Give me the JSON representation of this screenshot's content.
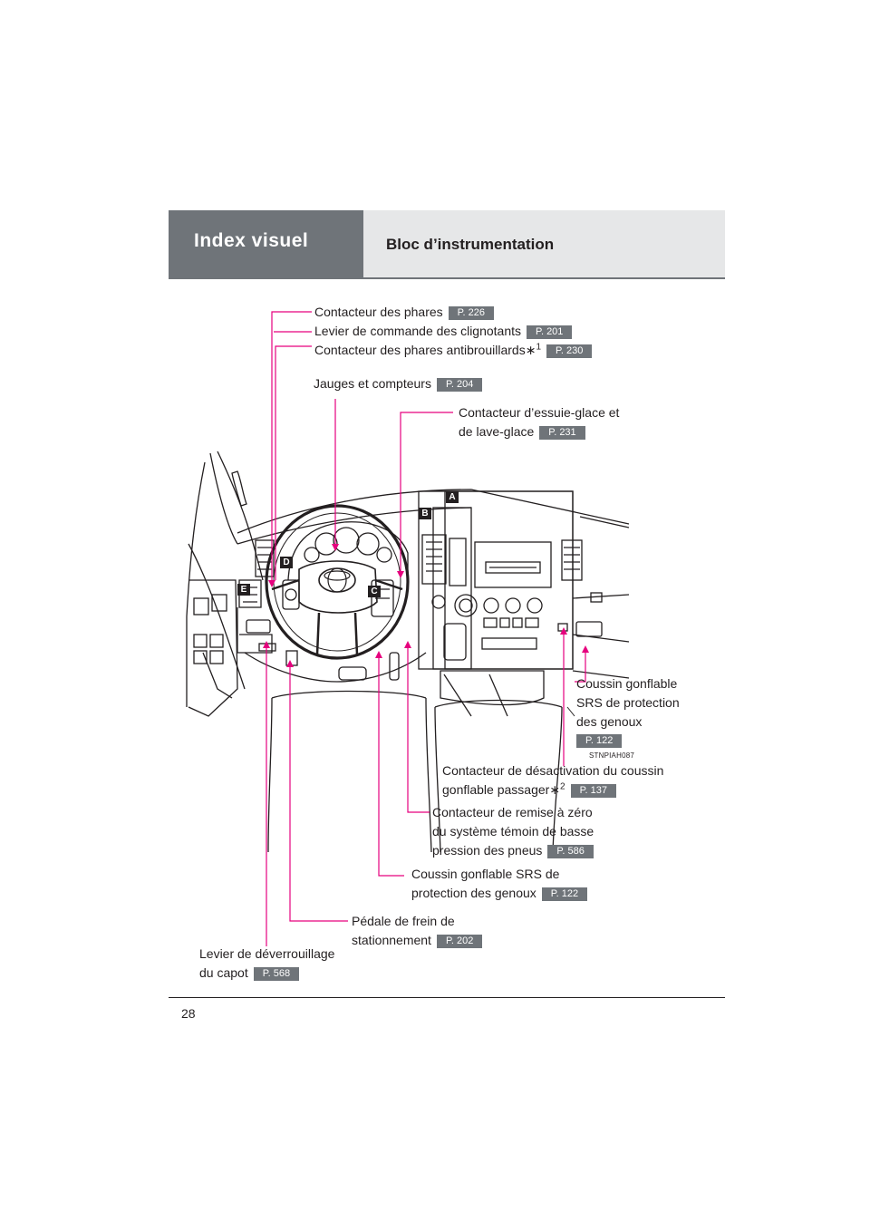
{
  "header": {
    "section": "Index visuel",
    "subtitle": "Bloc d’instrumentation"
  },
  "page_number": "28",
  "figure_code": "STNPIAH087",
  "markers": [
    "A",
    "B",
    "C",
    "D",
    "E"
  ],
  "labels": {
    "headlight": {
      "text": "Contacteur des phares",
      "page": "P. 226"
    },
    "turn_signal": {
      "text": "Levier de commande des clignotants",
      "page": "P. 201"
    },
    "fog_light": {
      "text": "Contacteur des phares antibrouillards",
      "note": "1",
      "page": "P. 230"
    },
    "gauges": {
      "text": "Jauges et compteurs",
      "page": "P. 204"
    },
    "wiper_line1": "Contacteur d’essuie-glace et",
    "wiper_line2": "de lave-glace",
    "wiper_page": "P. 231",
    "knee_right_line1": "Coussin gonflable",
    "knee_right_line2": "SRS de protection",
    "knee_right_line3": "des genoux",
    "knee_right_page": "P. 122",
    "pass_airbag_line1": "Contacteur de désactivation du coussin",
    "pass_airbag_line2": "gonflable passager",
    "pass_airbag_note": "2",
    "pass_airbag_page": "P. 137",
    "tpms_line1": "Contacteur de remise à zéro",
    "tpms_line2": "du système témoin de basse",
    "tpms_line3": "pression des pneus",
    "tpms_page": "P. 586",
    "knee_left_line1": "Coussin gonflable SRS de",
    "knee_left_line2": "protection des genoux",
    "knee_left_page": "P. 122",
    "brake_line1": "Pédale de frein de",
    "brake_line2": "stationnement",
    "brake_page": "P. 202",
    "hood_line1": "Levier de déverrouillage",
    "hood_line2": "du capot",
    "hood_page": "P. 568"
  },
  "colors": {
    "callout_line": "#e6007e",
    "header_dark": "#6f7479",
    "header_light": "#e6e7e8",
    "badge": "#6f7479"
  }
}
